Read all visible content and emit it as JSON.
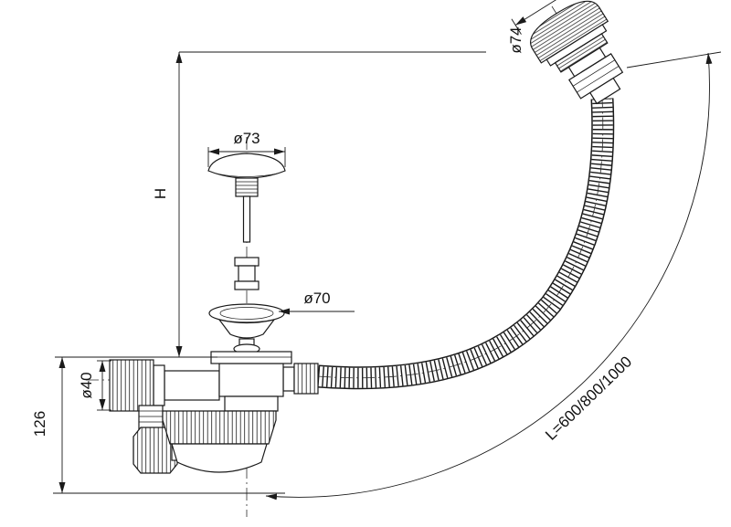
{
  "diagram": {
    "ink": "#1a1a1a",
    "paper": "#ffffff",
    "labels": {
      "overflow_diameter": "ø74",
      "cap_diameter": "ø73",
      "strainer_diameter": "ø70",
      "outlet_diameter": "ø40",
      "trap_height": "126",
      "install_height": "H",
      "hose_length": "L=600/800/1000"
    }
  }
}
